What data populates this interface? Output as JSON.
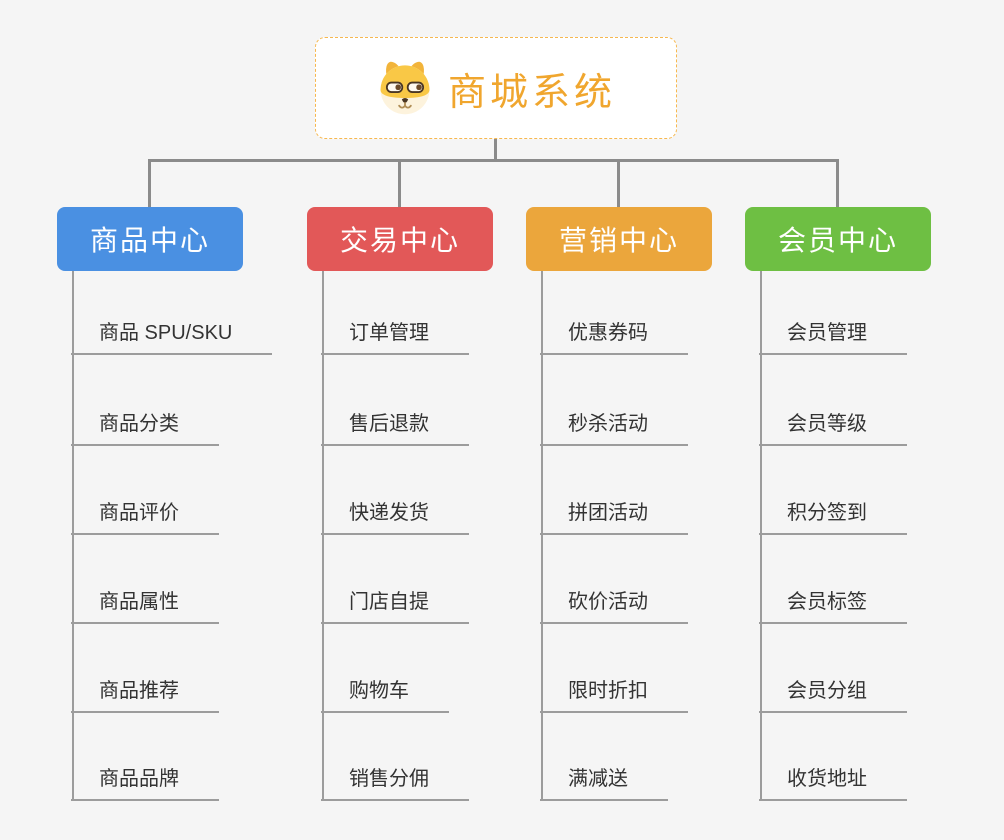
{
  "background_color": "#f5f5f5",
  "connector_color": "#8b8b8b",
  "underline_color": "#9c9c9c",
  "root": {
    "label": "商城系统",
    "icon": "dog-face-icon",
    "text_color": "#f0a62e",
    "border_color": "#f7b84f"
  },
  "branches": [
    {
      "label": "商品中心",
      "color": "#4a90e2",
      "children": [
        "商品 SPU/SKU",
        "商品分类",
        "商品评价",
        "商品属性",
        "商品推荐",
        "商品品牌"
      ]
    },
    {
      "label": "交易中心",
      "color": "#e25858",
      "children": [
        "订单管理",
        "售后退款",
        "快递发货",
        "门店自提",
        "购物车",
        "销售分佣"
      ]
    },
    {
      "label": "营销中心",
      "color": "#eba63c",
      "children": [
        "优惠券码",
        "秒杀活动",
        "拼团活动",
        "砍价活动",
        "限时折扣",
        "满减送"
      ]
    },
    {
      "label": "会员中心",
      "color": "#6ebf43",
      "children": [
        "会员管理",
        "会员等级",
        "积分签到",
        "会员标签",
        "会员分组",
        "收货地址"
      ]
    }
  ]
}
